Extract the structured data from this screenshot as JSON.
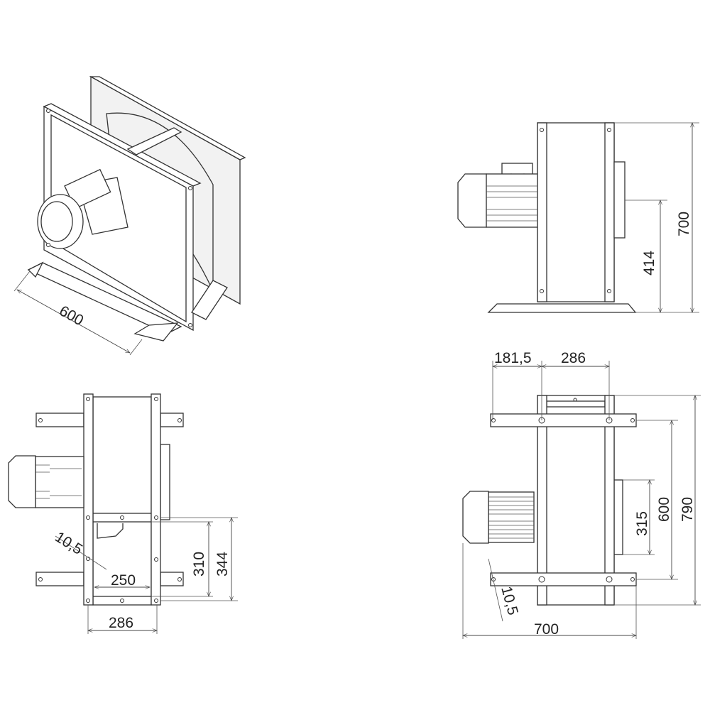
{
  "views": {
    "isometric": {
      "dims": {
        "width": "600"
      }
    },
    "side": {
      "dims": {
        "height": "700",
        "outlet_height": "414"
      }
    },
    "top": {
      "dims": {
        "hole_dia": "10,5",
        "inner_width": "250",
        "outer_width": "286",
        "outlet_310": "310",
        "outlet_344": "344"
      }
    },
    "front": {
      "dims": {
        "offset": "181,5",
        "frame_width": "286",
        "overall_height": "790",
        "leg_spacing": "600",
        "outlet": "315",
        "hole_dia": "10,5",
        "overall_width": "700"
      }
    }
  }
}
